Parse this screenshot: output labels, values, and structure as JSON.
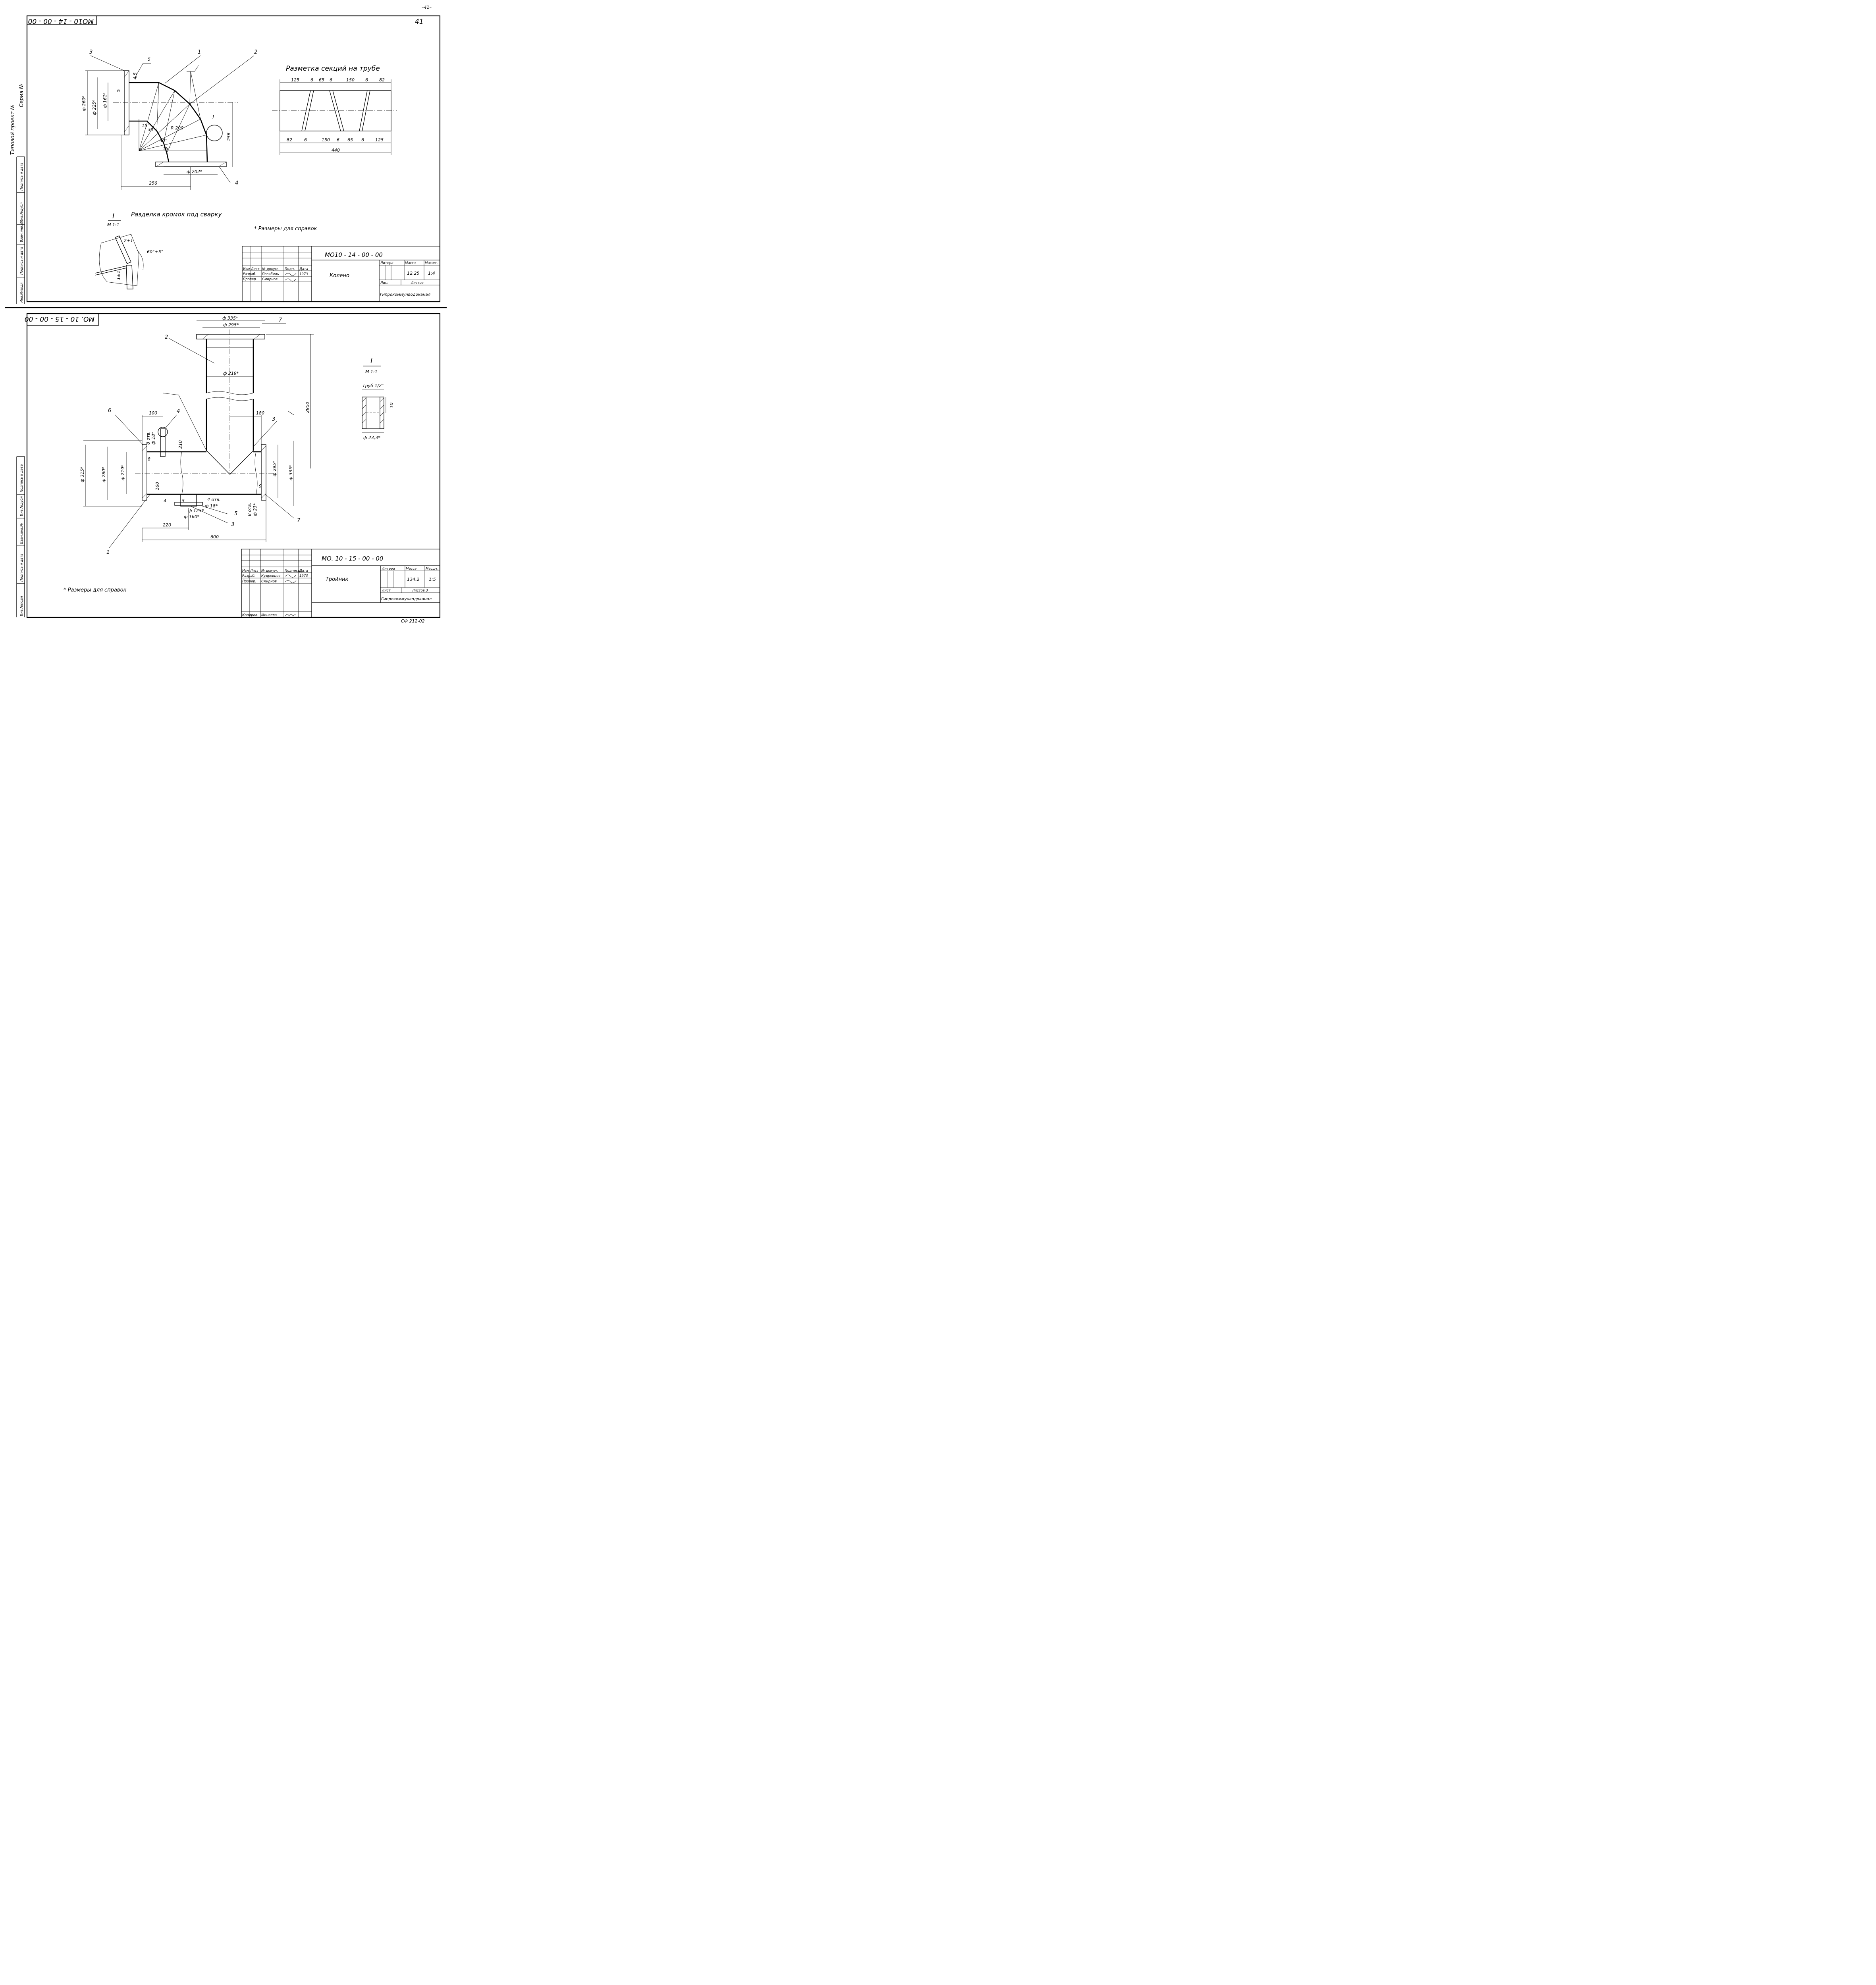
{
  "page_number": "41",
  "top_corner_number": "–41–",
  "side_text": {
    "line1": "Типовой проект №",
    "line2": "Серия №"
  },
  "stamp_labels": [
    "Инв.№подл",
    "Подпись и дата",
    "Взам.инв.№",
    "Инв.№дубл",
    "Подпись и дата"
  ],
  "stamp_labels_bottom": [
    "Инв.№подл",
    "Подпись и дата",
    "Взам.инв.№",
    "Инв.№дубл",
    "Подпись и дата"
  ],
  "top": {
    "code_rotated": "МО10 - 14 - 00 - 00",
    "pipe_title": "Разметка секций на трубе",
    "pipe_dims_top": [
      "125",
      "6",
      "65",
      "6",
      "150",
      "6",
      "82"
    ],
    "pipe_dims_bottom": [
      "82",
      "6",
      "150",
      "6",
      "65",
      "6",
      "125"
    ],
    "pipe_total": "440",
    "labels": {
      "flange_outer": "ф 260⁰",
      "flange_bolt": "ф 225⁰",
      "flange_inner": "ф 161⁰",
      "bottom_pipe": "ф 202⁸",
      "height": "256",
      "width": "256",
      "t6": "6",
      "t45": "4,5",
      "ang15a": "15°",
      "ang30": "30°",
      "ang30b": "30°",
      "ang15b": "15°",
      "radius": "R 200",
      "s": "5",
      "section_I": "I"
    },
    "callouts": [
      "3",
      "1",
      "2",
      "4"
    ],
    "section_title": "Разделка кромок под сварку",
    "section_mark": "I",
    "section_scale": "М 1:1",
    "section_dims": {
      "gap": "2±1",
      "angle": "60°±5°",
      "land": "1±1"
    },
    "note": "* Размеры для справок",
    "titleblock": {
      "code": "МО10 - 14 - 00 - 00",
      "name": "Колено",
      "headers": [
        "Изм",
        "Лист",
        "№ докум.",
        "Подп.",
        "Дата"
      ],
      "row1": [
        "Разраб.",
        "Поскбиль",
        "",
        "1973"
      ],
      "row2": [
        "Провер.",
        "Смирнов",
        ""
      ],
      "lit_label": "Литера",
      "mass_label": "Масса",
      "scale_label": "Масшт.",
      "mass": "12,25",
      "scale": "1:4",
      "sheet_label": "Лист",
      "sheets_label": "Листов",
      "org": "Гипрокоммунводоканал"
    }
  },
  "bottom": {
    "code_rotated": "МО. 10 - 15 - 00 - 00",
    "dims": {
      "d335top": "ф 335*",
      "d295top": "ф 295*",
      "d219top": "ф 219*",
      "h2950": "2950",
      "d315": "ф 315⁰",
      "d280": "ф 280⁰",
      "d219": "ф 219*",
      "w100": "100",
      "w180": "180",
      "h210": "210",
      "t8": "8",
      "h160": "160",
      "holes8": "8 отв.",
      "d18": "ф 18*",
      "d295r": "ф 295*",
      "d335r": "ф 335*",
      "t9": "9",
      "holes4": "4 отв.",
      "d18b": "ф 18*",
      "d125": "ф 125*",
      "d160": "ф 160*",
      "holes8b": "8 отв.",
      "d23": "ф 23*",
      "w220": "220",
      "w600": "600"
    },
    "callouts": [
      "2",
      "7",
      "6",
      "4",
      "3",
      "5",
      "1",
      "3",
      "7",
      "5",
      "4"
    ],
    "detail": {
      "mark": "I",
      "scale": "М 1:1",
      "pipe": "Труб 1/2\"",
      "dim10": "10",
      "d": "ф 23,3*"
    },
    "note": "* Размеры для справок",
    "titleblock": {
      "code": "МО. 10 - 15 - 00 - 00",
      "name": "Тройник",
      "headers": [
        "Изм",
        "Лист",
        "№ докум.",
        "Подпись",
        "Дата"
      ],
      "row1": [
        "Разраб.",
        "Кудрявцев",
        "",
        "1973"
      ],
      "row2": [
        "Провер.",
        "Смирнов",
        ""
      ],
      "row3": [
        "Копиров.",
        "Минаева",
        ""
      ],
      "lit_label": "Литера",
      "mass_label": "Масса",
      "scale_label": "Масшт.",
      "mass": "134,2",
      "scale": "1:5",
      "sheet_label": "Лист",
      "sheets_label": "Листов 3",
      "org": "Гипрокоммунводоканал"
    }
  },
  "footer_code": "СФ 212-02"
}
